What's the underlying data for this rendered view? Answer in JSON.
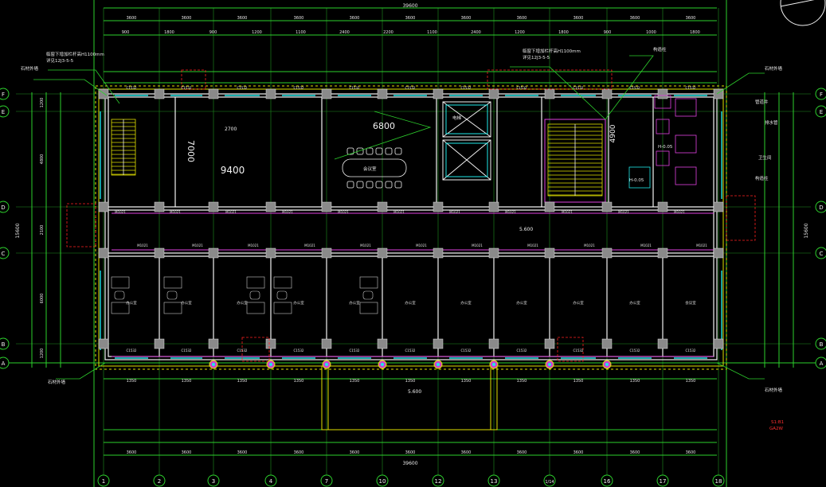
{
  "drawing": {
    "axes_numbers": [
      "1",
      "2",
      "3",
      "4",
      "7",
      "10",
      "12",
      "13",
      "1/14",
      "16",
      "17",
      "18"
    ],
    "axes_letters": [
      "F",
      "E",
      "D",
      "C",
      "B",
      "A"
    ],
    "top_overall": "39600",
    "bottom_overall": "39600",
    "top_dims_row1": [
      "3600",
      "3600",
      "3600",
      "3600",
      "3600",
      "3600",
      "3600",
      "3600",
      "3600",
      "3600",
      "3600"
    ],
    "top_dims_row2": [
      "900",
      "1800",
      "900",
      "1200",
      "1100",
      "2400",
      "2200",
      "1100",
      "2400",
      "1200",
      "1800",
      "900",
      "1000",
      "1800"
    ],
    "bottom_dims_row1": [
      "3600",
      "3600",
      "3600",
      "3600",
      "3600",
      "3600",
      "3600",
      "3600",
      "3600",
      "3600",
      "3600"
    ],
    "bottom_dims_row2": [
      "1350",
      "1350",
      "1350",
      "1350",
      "1350",
      "1350",
      "1350",
      "1350",
      "1350",
      "1350",
      "1350"
    ],
    "left_dims": [
      "1200",
      "4800",
      "2100",
      "6000",
      "1200"
    ],
    "left_overall": "15600",
    "right_overall": "15600",
    "big_dims": {
      "dim_9400": "9400",
      "dim_6800": "6800",
      "dim_7000": "7000",
      "dim_4900": "4900",
      "dim_2700": "2700"
    },
    "elevations": {
      "corridor": "5.600",
      "front": "5.600",
      "wc_a": "H-0.05",
      "wc_b": "H-0.05"
    },
    "notes": {
      "note_left_1": "临窗下增加栏杆高H1100mm",
      "note_left_2": "详见12J3-5-5",
      "note_mid_1": "临窗下增加栏杆高H1100mm",
      "note_mid_2": "详见12J3-5-5",
      "note_right": "构造柱",
      "note_outer_left": "石材外墙",
      "note_outer_right": "石材外墙",
      "note_bottom_left": "石材外墙",
      "note_bottom_right": "石材外墙",
      "note_shaft": "管道井",
      "note_pipe": "排水管",
      "note_corner": "构造柱",
      "note_wc": "卫生间"
    },
    "room_labels": {
      "r1": "办公室",
      "r2": "办公室",
      "r3": "办公室",
      "r4": "办公室",
      "r5": "办公室",
      "r6": "办公室",
      "r7": "办公室",
      "r8": "办公室",
      "r9": "办公室",
      "r10": "办公室",
      "r11": "会议室",
      "meeting": "会议室",
      "lift": "电梯"
    },
    "window_tags": [
      "C1532",
      "C1532",
      "C1532",
      "C1532",
      "C1532",
      "C1532",
      "C1532",
      "C1532",
      "C1532",
      "C1532",
      "C1532",
      "C1532"
    ],
    "door_tags": [
      "M1021",
      "M1021",
      "M1021",
      "M1021",
      "M1021",
      "M1021",
      "M1021",
      "M1021",
      "M1021",
      "M1021",
      "M1021",
      "M1021"
    ],
    "stamp_1": "S1:B1",
    "stamp_2": "GA2W"
  }
}
